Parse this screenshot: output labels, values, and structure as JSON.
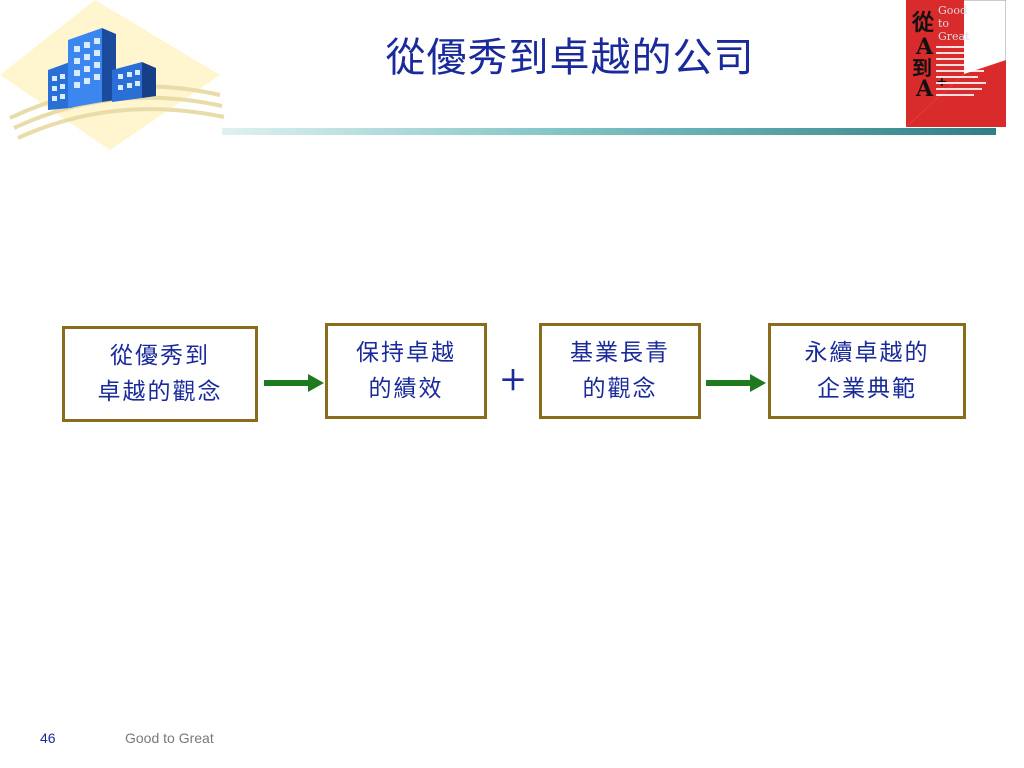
{
  "slide": {
    "title": "從優秀到卓越的公司",
    "page_number": "46",
    "footer_title": "Good to Great"
  },
  "book_cover": {
    "title_main": "從",
    "title_a1": "A",
    "title_to": "到",
    "title_a2": "A",
    "title_plus": "+",
    "title_en": "Good to Great"
  },
  "flow": {
    "box1": "從優秀到\n卓越的觀念",
    "box2": "保持卓越\n的績效",
    "operator": "+",
    "box3": "基業長青\n的觀念",
    "box4": "永續卓越的\n企業典範"
  },
  "colors": {
    "title": "#1a2a9a",
    "box_border": "#8a6c1c",
    "arrow": "#1f7a1f",
    "cover_red": "#d92b2b"
  }
}
